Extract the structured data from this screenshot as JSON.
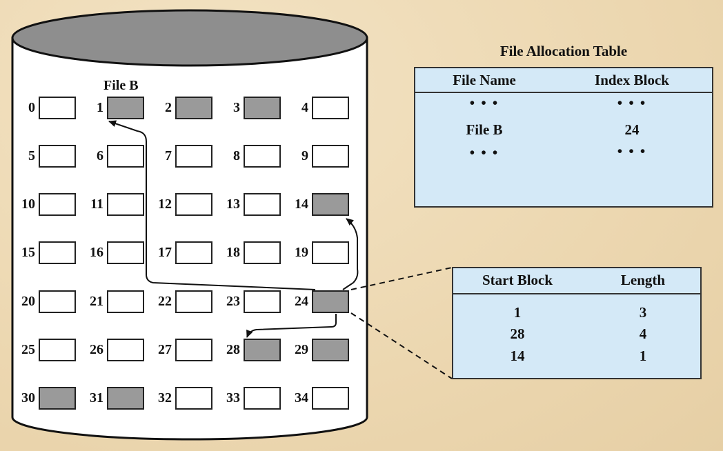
{
  "disk": {
    "file_label": "File B",
    "blocks": [
      {
        "n": "0",
        "used": false
      },
      {
        "n": "1",
        "used": true
      },
      {
        "n": "2",
        "used": true
      },
      {
        "n": "3",
        "used": true
      },
      {
        "n": "4",
        "used": false
      },
      {
        "n": "5",
        "used": false
      },
      {
        "n": "6",
        "used": false
      },
      {
        "n": "7",
        "used": false
      },
      {
        "n": "8",
        "used": false
      },
      {
        "n": "9",
        "used": false
      },
      {
        "n": "10",
        "used": false
      },
      {
        "n": "11",
        "used": false
      },
      {
        "n": "12",
        "used": false
      },
      {
        "n": "13",
        "used": false
      },
      {
        "n": "14",
        "used": true
      },
      {
        "n": "15",
        "used": false
      },
      {
        "n": "16",
        "used": false
      },
      {
        "n": "17",
        "used": false
      },
      {
        "n": "18",
        "used": false
      },
      {
        "n": "19",
        "used": false
      },
      {
        "n": "20",
        "used": false
      },
      {
        "n": "21",
        "used": false
      },
      {
        "n": "22",
        "used": false
      },
      {
        "n": "23",
        "used": false
      },
      {
        "n": "24",
        "used": true
      },
      {
        "n": "25",
        "used": false
      },
      {
        "n": "26",
        "used": false
      },
      {
        "n": "27",
        "used": false
      },
      {
        "n": "28",
        "used": true
      },
      {
        "n": "29",
        "used": true
      },
      {
        "n": "30",
        "used": true
      },
      {
        "n": "31",
        "used": true
      },
      {
        "n": "32",
        "used": false
      },
      {
        "n": "33",
        "used": false
      },
      {
        "n": "34",
        "used": false
      }
    ]
  },
  "fat": {
    "title": "File Allocation Table",
    "headers": [
      "File Name",
      "Index Block"
    ],
    "rows": [
      [
        "• • •",
        "• • •"
      ],
      [
        "File B",
        "24"
      ],
      [
        "• • •",
        "• • •"
      ]
    ]
  },
  "index_block": {
    "headers": [
      "Start Block",
      "Length"
    ],
    "rows": [
      [
        "1",
        "3"
      ],
      [
        "28",
        "4"
      ],
      [
        "14",
        "1"
      ]
    ]
  },
  "colors": {
    "background": "#efdcb8",
    "used_block": "#9a9a9a",
    "free_block": "#ffffff",
    "table_fill": "#d4e9f7",
    "disk_top": "#8e8e8e"
  }
}
